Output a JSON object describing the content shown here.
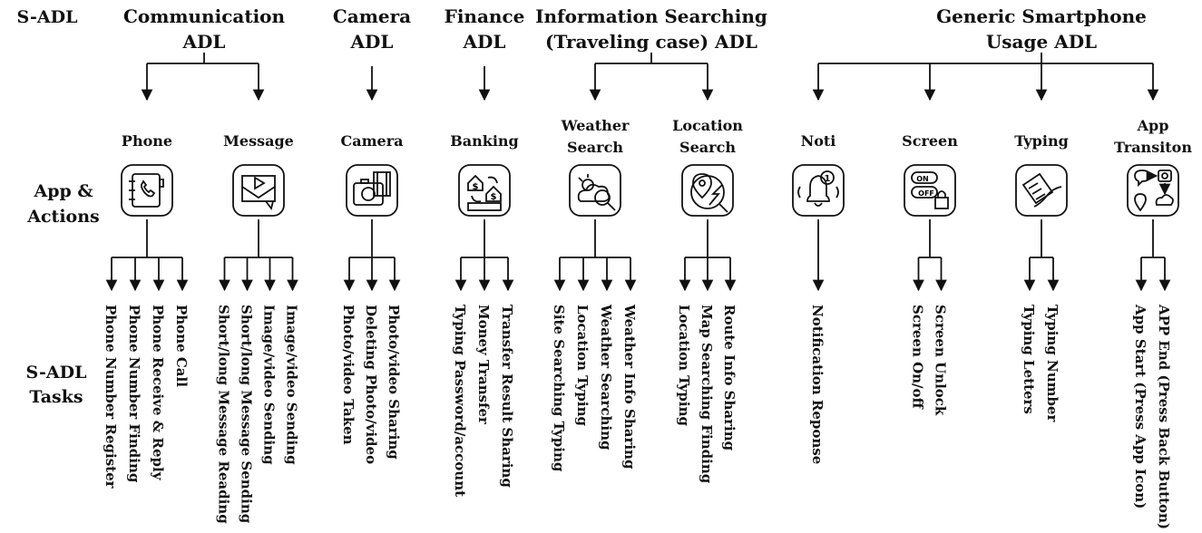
{
  "row_labels": {
    "top": "S-ADL",
    "middle": [
      "App &",
      "Actions"
    ],
    "bottom": [
      "S-ADL",
      "Tasks"
    ]
  },
  "categories": [
    {
      "lines": [
        "Communication",
        "ADL"
      ],
      "apps": [
        0,
        1
      ]
    },
    {
      "lines": [
        "Camera",
        "ADL"
      ],
      "apps": [
        2
      ]
    },
    {
      "lines": [
        "Finance",
        "ADL"
      ],
      "apps": [
        3
      ]
    },
    {
      "lines": [
        "Information Searching",
        "(Traveling case) ADL"
      ],
      "apps": [
        4,
        5
      ]
    },
    {
      "lines": [
        "Generic Smartphone",
        "Usage ADL"
      ],
      "apps": [
        6,
        7,
        8,
        9
      ]
    }
  ],
  "apps": [
    {
      "lines": [
        "Phone"
      ],
      "icon": "phone-book-icon",
      "tasks": [
        "Phone Number Register",
        "Phone Number Finding",
        "Phone Receive & Reply",
        "Phone Call"
      ]
    },
    {
      "lines": [
        "Message"
      ],
      "icon": "message-envelope-icon",
      "tasks": [
        "Short/long Message Reading",
        "Short/long Message Sending",
        "Image/video Sending",
        "Image/video Sending"
      ]
    },
    {
      "lines": [
        "Camera"
      ],
      "icon": "camera-icon",
      "tasks": [
        "Photo/video Taken",
        "Deleting Photo/video",
        "Photo/video Sharing"
      ]
    },
    {
      "lines": [
        "Banking"
      ],
      "icon": "banking-icon",
      "tasks": [
        "Typing Password/account",
        "Money Transfer",
        "Transfer Result Sharing"
      ]
    },
    {
      "lines": [
        "Weather",
        "Search"
      ],
      "icon": "weather-search-icon",
      "tasks": [
        "Site Searching Typing",
        "Location Typing",
        "Weather Searching",
        "Weather Info Sharing"
      ]
    },
    {
      "lines": [
        "Location",
        "Search"
      ],
      "icon": "location-search-icon",
      "tasks": [
        "Location Typing",
        "Map Searching Finding",
        "Route Info Sharing"
      ]
    },
    {
      "lines": [
        "Noti"
      ],
      "icon": "notification-bell-icon",
      "tasks": [
        "Notification Reponse"
      ]
    },
    {
      "lines": [
        "Screen"
      ],
      "icon": "screen-toggle-lock-icon",
      "tasks": [
        "Screen On/off",
        "Screen Unlock"
      ]
    },
    {
      "lines": [
        "Typing"
      ],
      "icon": "typing-hand-icon",
      "tasks": [
        "Typing Letters",
        "Typing Number"
      ]
    },
    {
      "lines": [
        "App",
        "Transiton"
      ],
      "icon": "app-transition-icon",
      "tasks": [
        "App Start (Press App Icon)",
        "APP End (Press Back Button)"
      ]
    }
  ]
}
